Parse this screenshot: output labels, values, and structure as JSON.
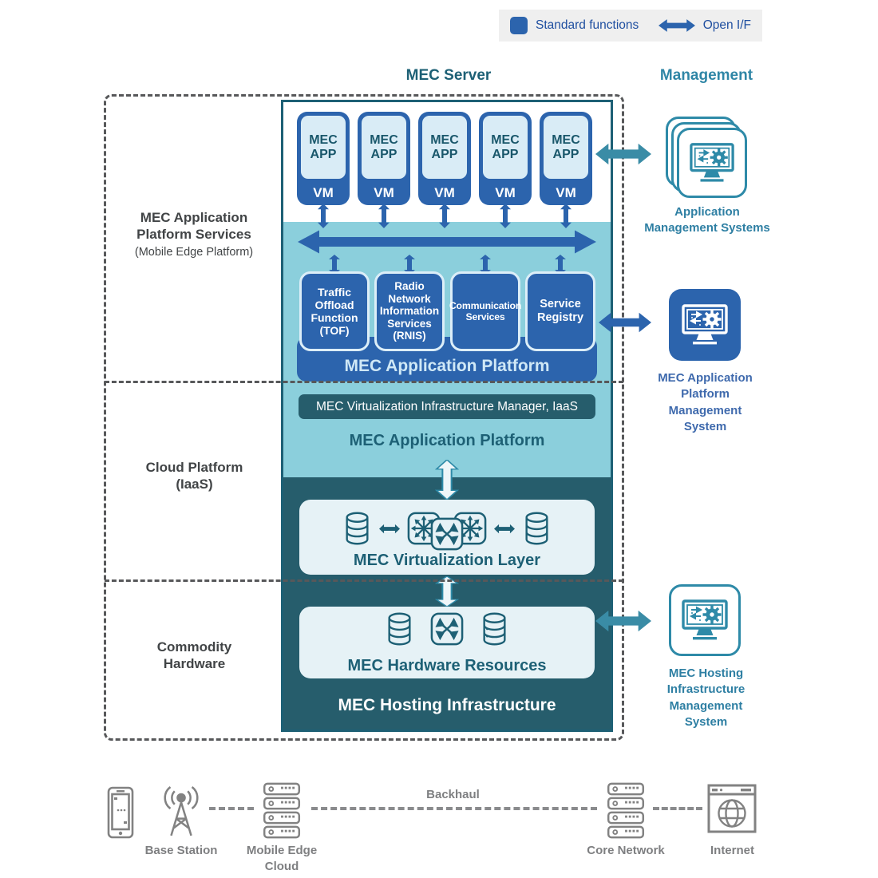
{
  "colors": {
    "blue": "#2c64ad",
    "teal": "#2e8aa8",
    "teal_dark": "#1d6075",
    "band_light": "#8bcfdc",
    "band_dark": "#265d6c",
    "gray": "#828282"
  },
  "legend": {
    "standard": "Standard functions",
    "open_if": "Open I/F"
  },
  "headers": {
    "server": "MEC Server",
    "management": "Management"
  },
  "rows": [
    {
      "title": "MEC Application Platform Services",
      "subtitle": "(Mobile Edge Platform)"
    },
    {
      "title": "Cloud Platform (IaaS)",
      "subtitle": ""
    },
    {
      "title": "Commodity Hardware",
      "subtitle": ""
    }
  ],
  "apps": {
    "app": "MEC APP",
    "vm": "VM"
  },
  "services": [
    "Traffic Offload Function (TOF)",
    "Radio Network Information Services (RNIS)",
    "Communication Services",
    "Service Registry"
  ],
  "platform": {
    "bar": "MEC Application Platform",
    "vim": "MEC Virtualization Infrastructure Manager, IaaS",
    "cloud": "MEC Application Platform"
  },
  "infrastructure": {
    "virtualization": "MEC Virtualization Layer",
    "hardware": "MEC Hardware Resources",
    "hosting": "MEC Hosting Infrastructure"
  },
  "management": [
    {
      "label": "Application Management Systems"
    },
    {
      "label": "MEC Application Platform Management System"
    },
    {
      "label": "MEC Hosting Infrastructure Management System"
    }
  ],
  "network": {
    "backhaul": "Backhaul",
    "base_station": "Base Station",
    "edge_cloud": "Mobile Edge Cloud",
    "core": "Core Network",
    "internet": "Internet"
  }
}
